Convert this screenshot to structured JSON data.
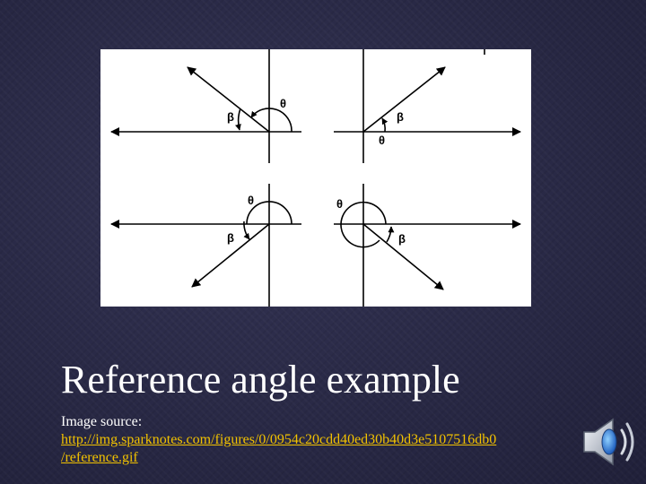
{
  "slide": {
    "title": "Reference angle example",
    "source_label": "Image source:",
    "source_url_line1": "http://img.sparknotes.com/figures/0/0954c20cdd40ed30b40d3e5107516db0",
    "source_url_line2": "/reference.gif"
  },
  "figure": {
    "labels": {
      "theta": "θ",
      "beta": "β"
    }
  },
  "icons": {
    "audio": "speaker-icon"
  },
  "colors": {
    "background": "#2b2b4d",
    "title": "#ffffff",
    "link": "#f2c200"
  }
}
